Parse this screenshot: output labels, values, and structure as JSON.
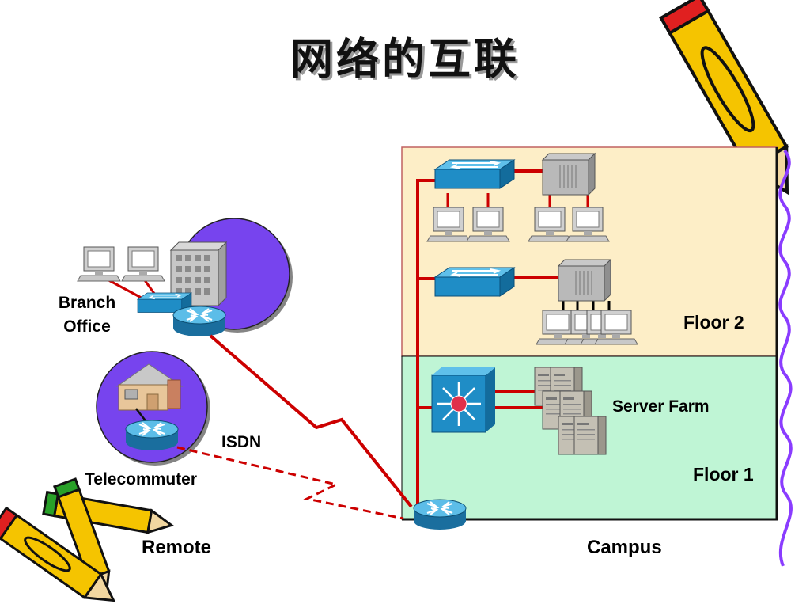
{
  "title": "网络的互联",
  "labels": {
    "branch_office": "Branch\nOffice",
    "telecommuter": "Telecommuter",
    "isdn": "ISDN",
    "remote": "Remote",
    "campus": "Campus",
    "floor1": "Floor 1",
    "floor2": "Floor 2",
    "server_farm": "Server Farm"
  },
  "colors": {
    "floor2_fill": "#fdeec7",
    "floor1_fill": "#bff5d5",
    "circle_fill": "#7744ee",
    "link_red": "#cc0000",
    "device_blue": "#1e8fc7",
    "pencil_yellow": "#f5c400",
    "scribble": "#8a3cff"
  }
}
